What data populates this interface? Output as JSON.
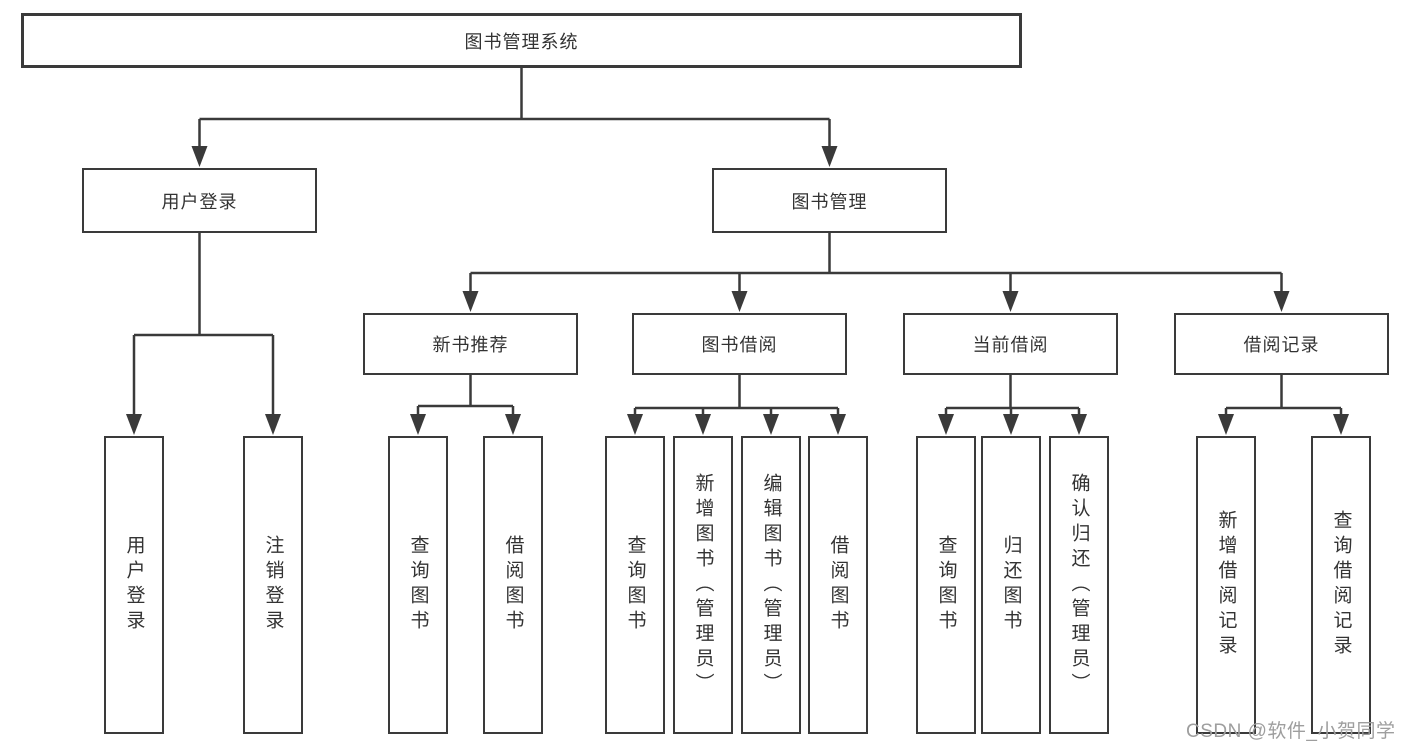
{
  "colors": {
    "line": "#3a3a3a",
    "text": "#333333",
    "watermark": "#9e9e9e",
    "background": "#ffffff"
  },
  "chart_type": "hierarchy-diagram",
  "tree": {
    "root": {
      "label": "图书管理系统"
    },
    "level2": [
      {
        "label": "用户登录"
      },
      {
        "label": "图书管理"
      }
    ],
    "level3": [
      {
        "label": "新书推荐"
      },
      {
        "label": "图书借阅"
      },
      {
        "label": "当前借阅"
      },
      {
        "label": "借阅记录"
      }
    ],
    "leaves": {
      "user": [
        "用户登录",
        "注销登录"
      ],
      "recommend": [
        "查询图书",
        "借阅图书"
      ],
      "borrow": [
        "查询图书",
        "新增图书（管理员）",
        "编辑图书（管理员）",
        "借阅图书"
      ],
      "current": [
        "查询图书",
        "归还图书",
        "确认归还（管理员）"
      ],
      "records": [
        "新增借阅记录",
        "查询借阅记录"
      ]
    }
  },
  "watermark": {
    "text": "CSDN @软件_小贺同学"
  }
}
